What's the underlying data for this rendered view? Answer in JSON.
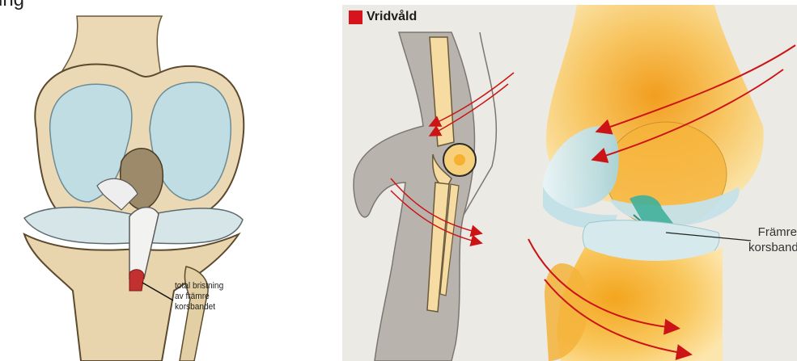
{
  "top_left_fragment": "ing",
  "left_panel": {
    "label_lines": [
      "total bristning",
      "av främre",
      "korsbandet"
    ]
  },
  "right_panel": {
    "title": "Vridvåld",
    "label_lines": [
      "Främre",
      "korsbandet"
    ]
  },
  "colors": {
    "accent_red": "#d7141b",
    "bone_yellow": "#f6b93a",
    "cartilage_blue": "#bfe0e7",
    "ligament_teal": "#3fb09a",
    "panel_bg": "#eceae5"
  }
}
